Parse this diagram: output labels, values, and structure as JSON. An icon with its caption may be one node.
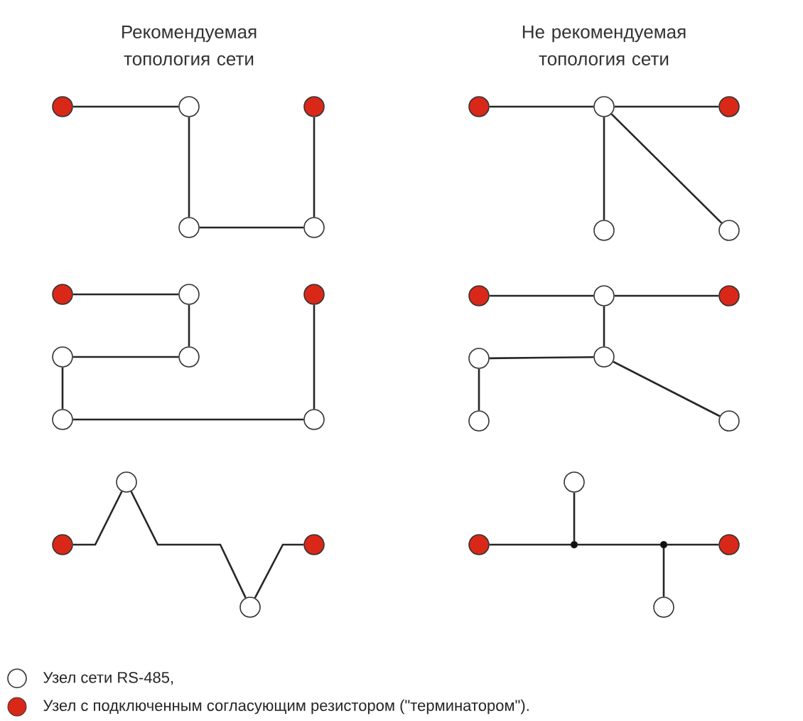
{
  "diagram": {
    "nodes": [
      {
        "text": [],
        "shape": "circle"
      },
      {
        "text": [],
        "shape": "circle"
      },
      {
        "text": [],
        "shape": "circle"
      },
      {
        "text": [],
        "shape": "circle"
      },
      {
        "text": [],
        "shape": "circle"
      },
      {
        "text": [],
        "shape": "circle"
      },
      {
        "text": [],
        "shape": "circle"
      },
      {
        "text": [],
        "shape": "circle"
      },
      {
        "text": [],
        "shape": "circle"
      },
      {
        "text": [],
        "shape": "circle"
      },
      {
        "text": [],
        "shape": "circle"
      },
      {
        "text": [],
        "shape": "circle"
      },
      {
        "text": [],
        "shape": "circle"
      },
      {
        "text": [],
        "shape": "circle"
      },
      {
        "text": [],
        "shape": "circle"
      },
      {
        "text": [],
        "shape": "circle"
      },
      {
        "text": [],
        "shape": "circle"
      },
      {
        "text": [],
        "shape": "circle"
      },
      {
        "text": [],
        "shape": "circle"
      },
      {
        "text": [],
        "shape": "circle"
      },
      {
        "text": [],
        "shape": "circle"
      },
      {
        "text": [],
        "shape": "circle"
      },
      {
        "text": [],
        "shape": "circle"
      },
      {
        "text": [],
        "shape": "circle"
      },
      {
        "text": [],
        "shape": "circle"
      },
      {
        "text": [],
        "shape": "circle"
      },
      {
        "text": [],
        "shape": "circle"
      },
      {
        "text": [],
        "shape": "circle"
      },
      {
        "text": [],
        "shape": "circle"
      },
      {
        "text": [],
        "shape": "circle"
      },
      {
        "text": [],
        "shape": "dot"
      },
      {
        "text": [],
        "shape": "dot"
      },
      {
        "text": [],
        "shape": "circle"
      },
      {
        "text": [],
        "shape": "circle"
      }
    ],
    "edges": [
      {
        "from": 0,
        "to": 1,
        "arrow": "none"
      },
      {
        "from": 1,
        "to": 2,
        "arrow": "none"
      },
      {
        "from": 2,
        "to": 3,
        "arrow": "none"
      },
      {
        "from": 3,
        "to": 4,
        "arrow": "none"
      },
      {
        "from": 5,
        "to": 6,
        "arrow": "none"
      },
      {
        "from": 6,
        "to": 7,
        "arrow": "none"
      },
      {
        "from": 6,
        "to": 8,
        "arrow": "none"
      },
      {
        "from": 6,
        "to": 9,
        "arrow": "none"
      },
      {
        "from": 10,
        "to": 11,
        "arrow": "none"
      },
      {
        "from": 11,
        "to": 14,
        "arrow": "none"
      },
      {
        "from": 14,
        "to": 13,
        "arrow": "none"
      },
      {
        "from": 13,
        "to": 15,
        "arrow": "none"
      },
      {
        "from": 15,
        "to": 16,
        "arrow": "none"
      },
      {
        "from": 16,
        "to": 12,
        "arrow": "none"
      },
      {
        "from": 17,
        "to": 18,
        "arrow": "none"
      },
      {
        "from": 18,
        "to": 19,
        "arrow": "none"
      },
      {
        "from": 18,
        "to": 21,
        "arrow": "none"
      },
      {
        "from": 21,
        "to": 20,
        "arrow": "none"
      },
      {
        "from": 20,
        "to": 22,
        "arrow": "none"
      },
      {
        "from": 21,
        "to": 23,
        "arrow": "none"
      },
      {
        "from": 25,
        "to": 24,
        "arrow": "none"
      },
      {
        "from": 24,
        "to": 27,
        "arrow": "none"
      },
      {
        "from": 27,
        "to": 26,
        "arrow": "none"
      },
      {
        "from": 29,
        "to": 30,
        "arrow": "none"
      },
      {
        "from": 30,
        "to": 28,
        "arrow": "none"
      },
      {
        "from": 30,
        "to": 31,
        "arrow": "none"
      },
      {
        "from": 31,
        "to": 33,
        "arrow": "none"
      },
      {
        "from": 31,
        "to": 32,
        "arrow": "none"
      }
    ],
    "labels": [
      "Рекомендуемая топология сети",
      "Не рекомендуемая топология сети"
    ],
    "legend": [
      {
        "text": "Узел сети RS-485,"
      },
      {
        "text": "Узел с подключенным согласующим резистором (\"терминатором\").",
        "color": "#d92818"
      }
    ]
  }
}
